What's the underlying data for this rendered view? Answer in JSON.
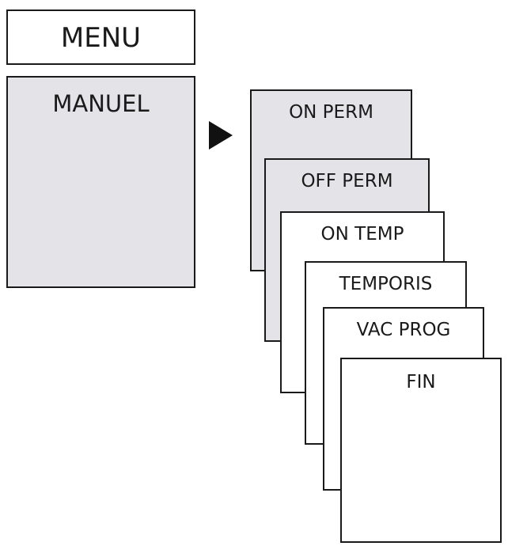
{
  "menu": {
    "title": "MENU"
  },
  "manuel": {
    "title": "MANUEL"
  },
  "submenu": {
    "items": [
      {
        "label": "ON PERM"
      },
      {
        "label": "OFF PERM"
      },
      {
        "label": "ON TEMP"
      },
      {
        "label": "TEMPORIS"
      },
      {
        "label": "VAC PROG"
      },
      {
        "label": "FIN"
      }
    ]
  },
  "colors": {
    "panel_gray": "#e4e4e8",
    "panel_white": "#ffffff",
    "border": "#1a1a1a"
  },
  "icons": {
    "pointer": "play-triangle-icon"
  }
}
